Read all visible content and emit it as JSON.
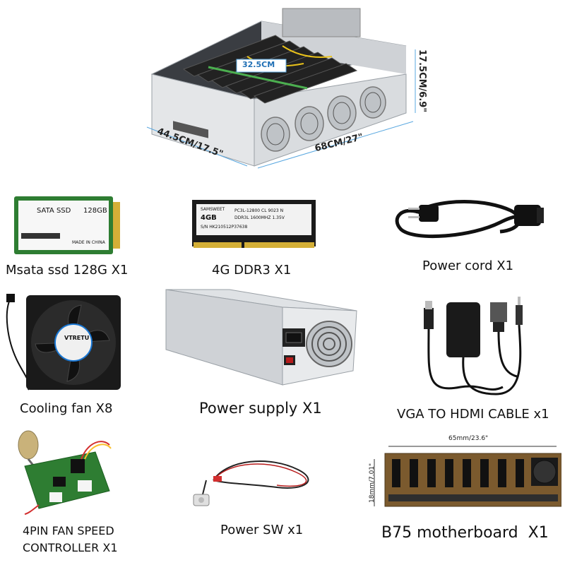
{
  "rig": {
    "dim_depth": "44.5CM/17.5\"",
    "dim_width": "68CM/27\"",
    "dim_height": "17.5CM/6.9\"",
    "dim_inner": "32.5CM"
  },
  "items": {
    "ssd": {
      "caption": "Msata ssd 128G X1",
      "label_brand": "SATA SSD",
      "label_size": "128GB",
      "label_made": "MADE IN CHINA"
    },
    "ram": {
      "caption": "4G DDR3 X1",
      "label_brand": "SAMSWEET",
      "label_size": "4GB",
      "label_spec": "PC3L-12800 CL 9023 N",
      "label_spec2": "DDR3L 1600MHZ 1.35V",
      "label_sn": "S/N HK210512P37638"
    },
    "power_cord": {
      "caption": "Power cord X1"
    },
    "fan": {
      "caption": "Cooling fan X8",
      "brand": "VTRETU"
    },
    "psu": {
      "caption": "Power supply X1"
    },
    "vga": {
      "caption": "VGA TO HDMI CABLE x1"
    },
    "fan_controller": {
      "caption_line1": "4PIN FAN SPEED",
      "caption_line2": "CONTROLLER X1"
    },
    "power_sw": {
      "caption": "Power SW x1"
    },
    "motherboard": {
      "caption": "B75 motherboard  X1",
      "dim_width": "65mm/23.6\"",
      "dim_height": "18mm/7.01\""
    }
  }
}
